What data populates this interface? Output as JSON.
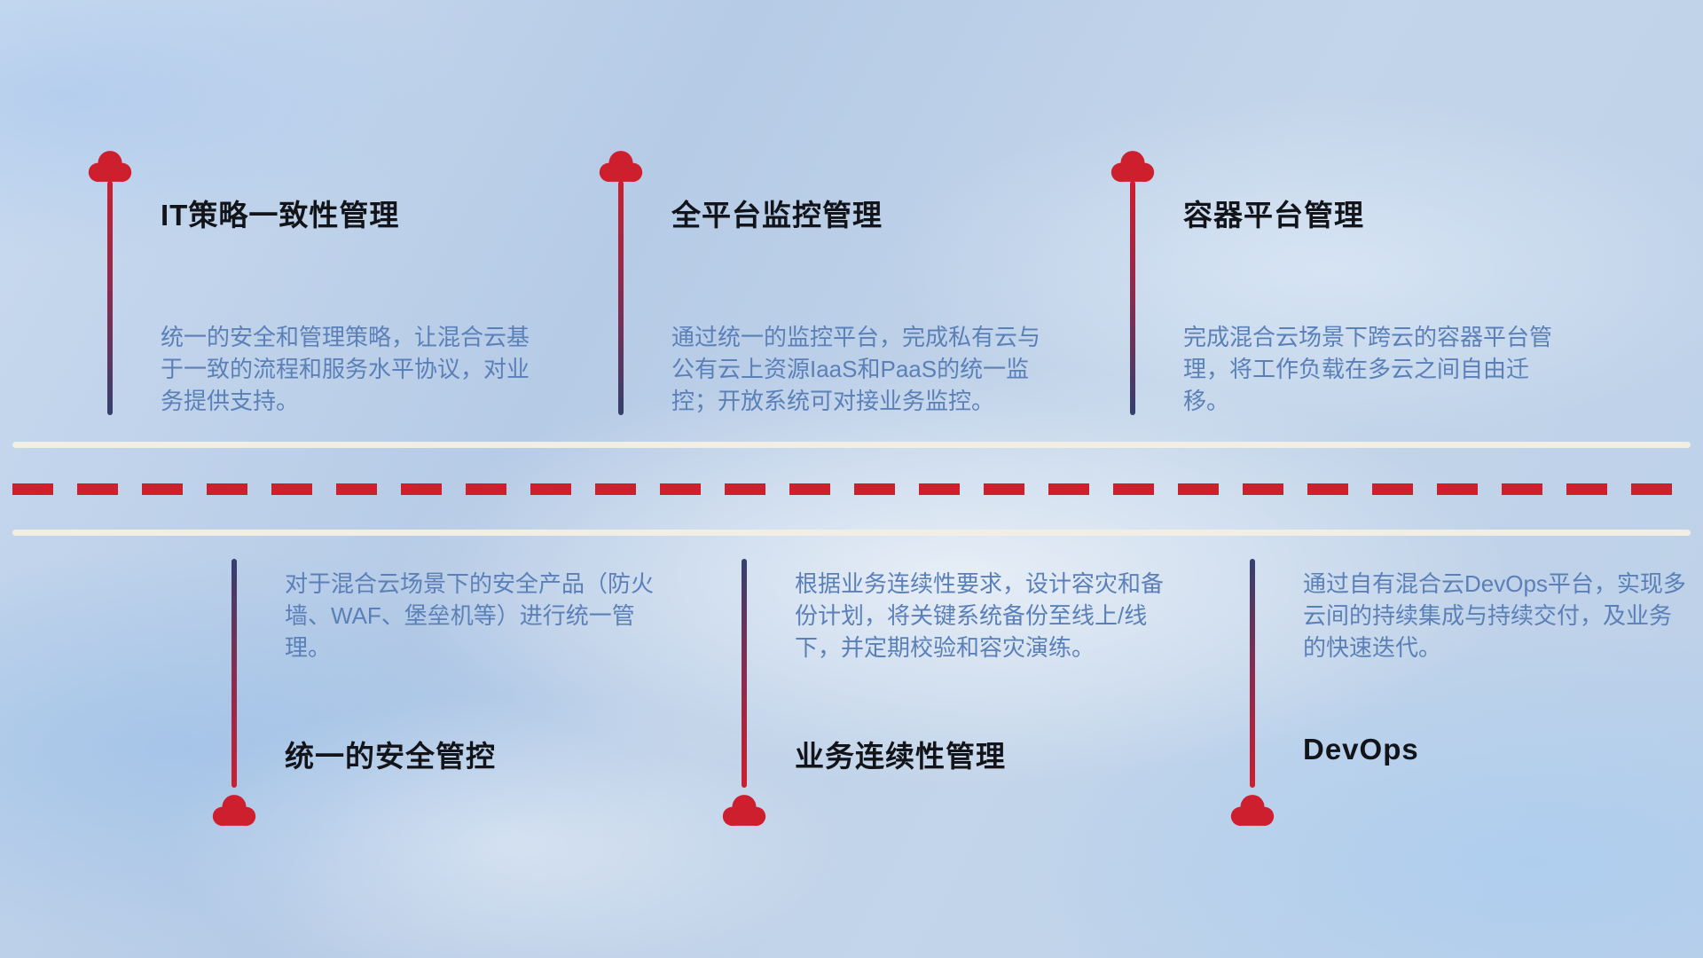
{
  "theme": {
    "accent_red": "#cd1f2e",
    "line_navy": "#33406e",
    "description_blue": "#5b80b8",
    "title_color": "#121419",
    "road_line_color": "#f3eee4"
  },
  "top_items": [
    {
      "title": "IT策略一致性管理",
      "description": "统一的安全和管理策略，让混合云基于一致的流程和服务水平协议，对业务提供支持。"
    },
    {
      "title": "全平台监控管理",
      "description": "通过统一的监控平台，完成私有云与公有云上资源IaaS和PaaS的统一监控；开放系统可对接业务监控。"
    },
    {
      "title": "容器平台管理",
      "description": "完成混合云场景下跨云的容器平台管理，将工作负载在多云之间自由迁移。"
    }
  ],
  "bottom_items": [
    {
      "title": "统一的安全管控",
      "description": "对于混合云场景下的安全产品（防火墙、WAF、堡垒机等）进行统一管理。"
    },
    {
      "title": "业务连续性管理",
      "description": "根据业务连续性要求，设计容灾和备份计划，将关键系统备份至线上/线下，并定期校验和容灾演练。"
    },
    {
      "title": "DevOps",
      "description": "通过自有混合云DevOps平台，实现多云间的持续集成与持续交付，及业务的快速迭代。"
    }
  ]
}
